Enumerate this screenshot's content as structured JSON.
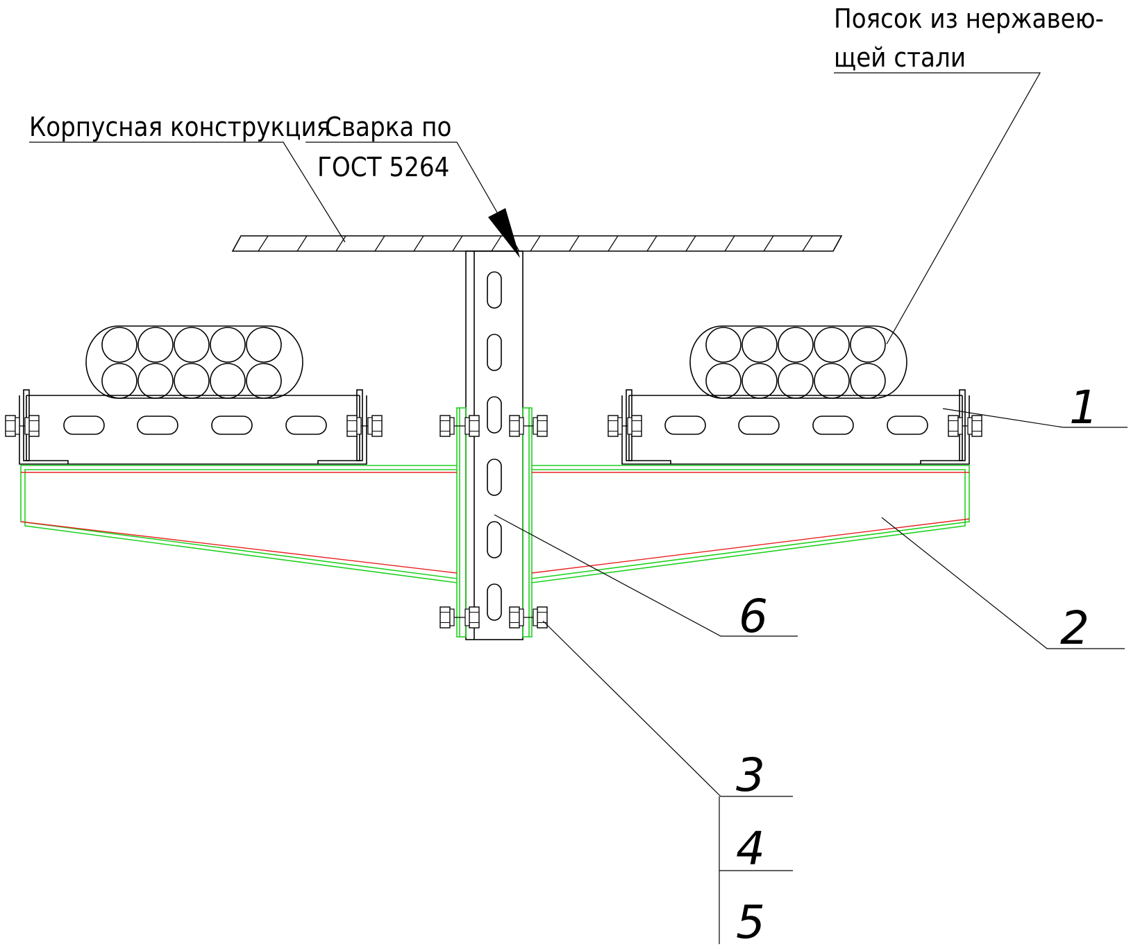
{
  "callouts": {
    "hull": "Корпусная конструкция",
    "weld_line1": "Сварка по",
    "weld_line2": "ГОСТ 5264",
    "belt_line1": "Поясок из нержавею-",
    "belt_line2": "щей стали"
  },
  "positions": {
    "p1": "1",
    "p2": "2",
    "p3": "3",
    "p4": "4",
    "p5": "5",
    "p6": "6"
  },
  "colors": {
    "outline": "#000000",
    "clamp_green": "#1fd11f",
    "clamp_red": "#e82020"
  }
}
